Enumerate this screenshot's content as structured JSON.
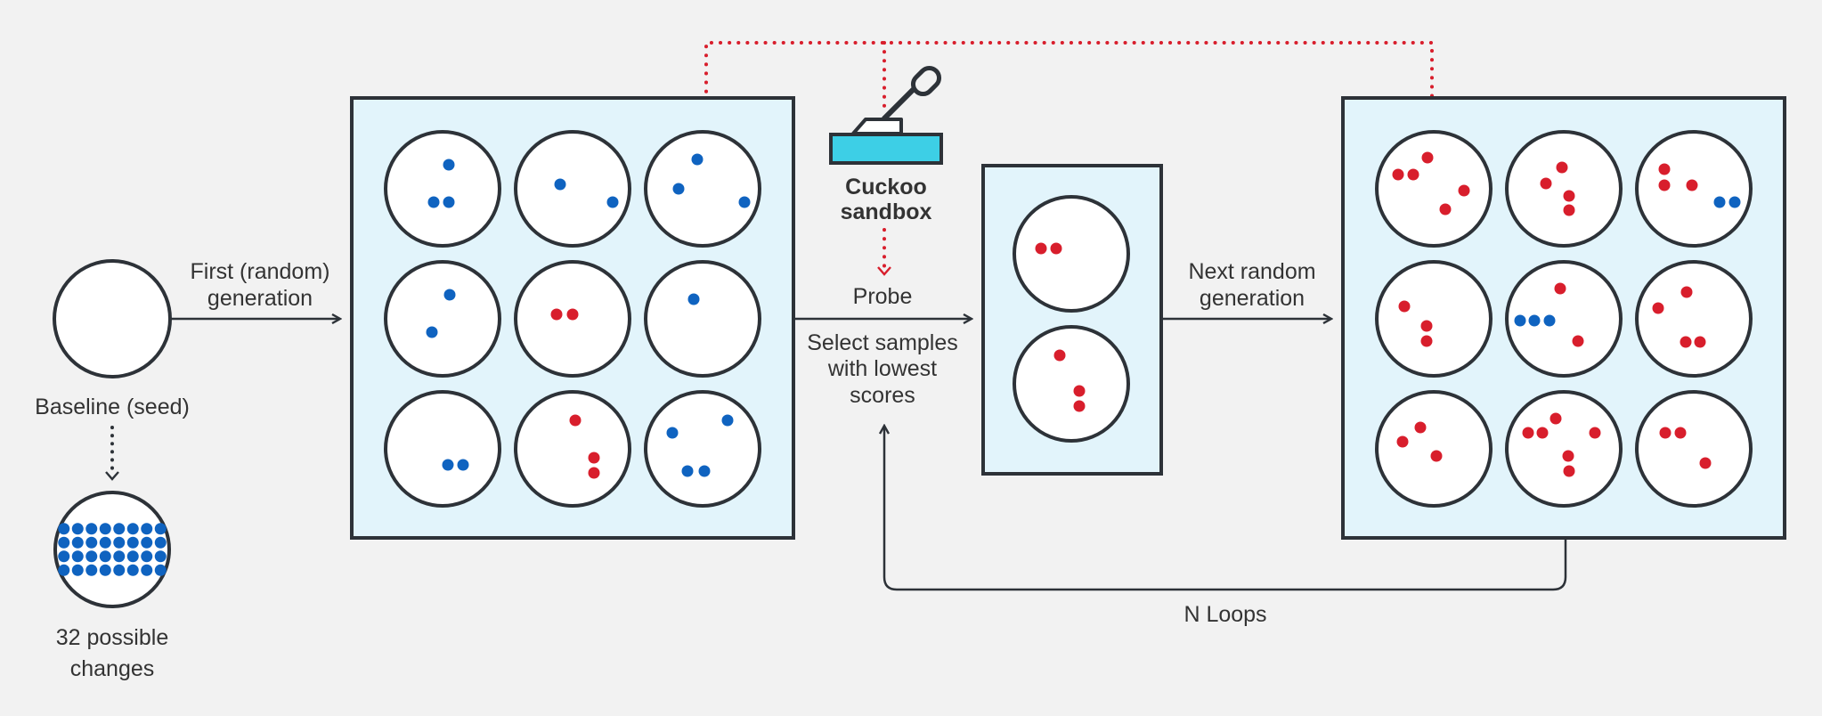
{
  "labels": {
    "baseline": "Baseline (seed)",
    "changes_line1": "32 possible",
    "changes_line2": "changes",
    "first_gen_line1": "First (random)",
    "first_gen_line2": "generation",
    "probe": "Probe",
    "select_line1": "Select samples",
    "select_line2": "with lowest",
    "select_line3": "scores",
    "sandbox_line1": "Cuckoo",
    "sandbox_line2": "sandbox",
    "next_gen_line1": "Next random",
    "next_gen_line2": "generation",
    "loops": "N Loops"
  },
  "colors": {
    "background": "#f2f2f2",
    "panel_fill": "#e2f4fb",
    "stroke": "#2d3238",
    "circle_fill": "#ffffff",
    "blue": "#0f63c0",
    "red": "#d81e2c",
    "sandbox_cyan": "#3dcfe6"
  },
  "icons": [
    "cuckoo-sandbox-shovel-icon"
  ],
  "seed_possible_changes": 32,
  "first_generation_changes": [
    3,
    2,
    3,
    2,
    2,
    1,
    2,
    3,
    4
  ],
  "selected_samples_changes": [
    2,
    3
  ],
  "next_generation_changes": [
    5,
    4,
    5,
    3,
    5,
    4,
    3,
    6,
    3
  ]
}
